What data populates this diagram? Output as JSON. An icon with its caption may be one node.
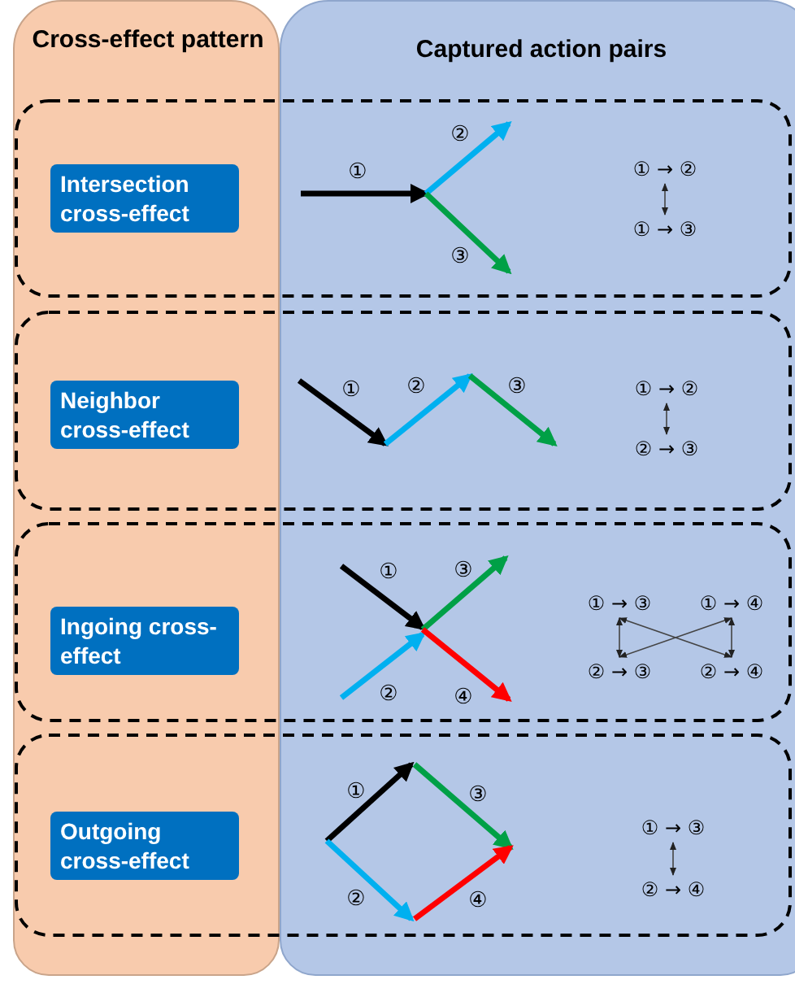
{
  "diagram": {
    "nodes": [
      {
        "text": [
          "Cross-effect pattern"
        ]
      },
      {
        "text": [
          "Captured action pairs"
        ]
      },
      {
        "text": [
          "Intersection cross-effect"
        ],
        "in": 0
      },
      {
        "text": [
          "① → ②"
        ],
        "in": 1
      },
      {
        "text": [
          "① → ③"
        ],
        "in": 1
      },
      {
        "text": [
          "Neighbor cross-effect"
        ],
        "in": 0
      },
      {
        "text": [
          "① → ②"
        ],
        "in": 1
      },
      {
        "text": [
          "② → ③"
        ],
        "in": 1
      },
      {
        "text": [
          "Ingoing cross-effect"
        ],
        "in": 0
      },
      {
        "text": [
          "① → ③"
        ],
        "in": 1
      },
      {
        "text": [
          "① → ④"
        ],
        "in": 1
      },
      {
        "text": [
          "② → ③"
        ],
        "in": 1
      },
      {
        "text": [
          "② → ④"
        ],
        "in": 1
      },
      {
        "text": [
          "Outgoing cross-effect"
        ],
        "in": 0
      },
      {
        "text": [
          "① → ③"
        ],
        "in": 1
      },
      {
        "text": [
          "② → ④"
        ],
        "in": 1
      }
    ],
    "edges": [
      {
        "from": 3,
        "to": 4,
        "arrow": "both"
      },
      {
        "from": 6,
        "to": 7,
        "arrow": "both"
      },
      {
        "from": 9,
        "to": 11,
        "arrow": "both"
      },
      {
        "from": 10,
        "to": 12,
        "arrow": "both"
      },
      {
        "from": 9,
        "to": 12,
        "arrow": "both"
      },
      {
        "from": 10,
        "to": 11,
        "arrow": "both"
      },
      {
        "from": 14,
        "to": 15,
        "arrow": "both"
      }
    ],
    "labels": [
      "①",
      "②",
      "③",
      "①",
      "②",
      "③",
      "①",
      "③",
      "②",
      "④",
      "①",
      "③",
      "②",
      "④"
    ]
  }
}
